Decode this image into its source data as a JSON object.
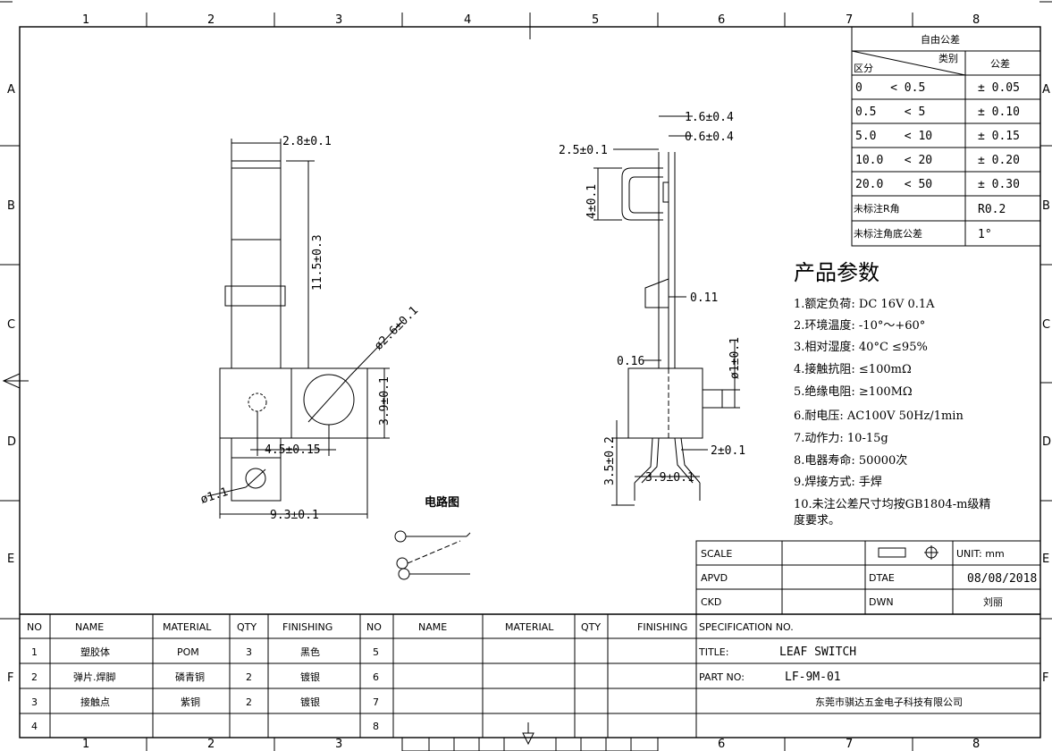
{
  "grid": {
    "cols": [
      "1",
      "2",
      "3",
      "4",
      "5",
      "6",
      "7",
      "8"
    ],
    "rows": [
      "A",
      "B",
      "C",
      "D",
      "E",
      "F"
    ]
  },
  "tolerance_table": {
    "title": "自由公差",
    "col_category": "类别",
    "col_region": "区分",
    "col_tol": "公差",
    "rows": [
      {
        "range": "0    < 0.5",
        "tol": "± 0.05"
      },
      {
        "range": "0.5    < 5",
        "tol": "± 0.10"
      },
      {
        "range": "5.0    < 10",
        "tol": "± 0.15"
      },
      {
        "range": "10.0   < 20",
        "tol": "± 0.20"
      },
      {
        "range": "20.0   < 50",
        "tol": "± 0.30"
      }
    ],
    "r_label": "未标注R角",
    "r_value": "R0.2",
    "angle_label": "未标注角底公差",
    "angle_value": "1°"
  },
  "params": {
    "title": "产品参数",
    "items": [
      "1.额定负荷:  DC 16V 0.1A",
      "2.环境温度:  -10°～+60°",
      "3.相对湿度:  40°C  ≤95%",
      "4.接触抗阻:  ≤100mΩ",
      "5.绝缘电阻:  ≥100MΩ",
      "6.耐电压:    AC100V 50Hz/1min",
      "7.动作力:    10-15g",
      "8.电器寿命:  50000次",
      "9.焊接方式:  手焊",
      "10.未注公差尺寸均按GB1804-m级精",
      "度要求。"
    ]
  },
  "dims": {
    "d1": "2.8±0.1",
    "d2": "11.5±0.3",
    "d3": "ø2.6±0.1",
    "d4": "3.9±0.1",
    "d5": "4.5±0.15",
    "d6": "ø1.1",
    "d7": "9.3±0.1",
    "d8": "1.6±0.4",
    "d9": "0.6±0.4",
    "d10": "2.5±0.1",
    "d11": "4±0.1",
    "d12": "0.11",
    "d13": "0.16",
    "d14": "ø1±0.1",
    "d15": "3.5±0.2",
    "d16": "3.9±0.1",
    "d17": "2±0.1"
  },
  "circuit_label": "电路图",
  "title_block": {
    "scale": "SCALE",
    "unit": "UNIT: mm",
    "apvd": "APVD",
    "dtae": "DTAE",
    "date": "08/08/2018",
    "ckd": "CKD",
    "dwn": "DWN",
    "drawer": "刘丽",
    "spec": "SPECIFICATION NO.",
    "title_label": "TITLE:",
    "title_value": "LEAF SWITCH",
    "part_label": "PART NO:",
    "part_value": "LF-9M-01",
    "company": "东莞市骐达五金电子科技有限公司"
  },
  "bom": {
    "headers": [
      "NO",
      "NAME",
      "MATERIAL",
      "QTY",
      "FINISHING",
      "NO",
      "NAME",
      "MATERIAL",
      "QTY",
      "FINISHING"
    ],
    "rows": [
      {
        "no": "1",
        "name": "塑胶体",
        "material": "POM",
        "qty": "3",
        "finishing": "黑色",
        "no2": "5"
      },
      {
        "no": "2",
        "name": "弹片.焊脚",
        "material": "磷青铜",
        "qty": "2",
        "finishing": "镀银",
        "no2": "6"
      },
      {
        "no": "3",
        "name": "接触点",
        "material": "紫铜",
        "qty": "2",
        "finishing": "镀银",
        "no2": "7"
      },
      {
        "no": "4",
        "name": "",
        "material": "",
        "qty": "",
        "finishing": "",
        "no2": "8"
      }
    ]
  }
}
